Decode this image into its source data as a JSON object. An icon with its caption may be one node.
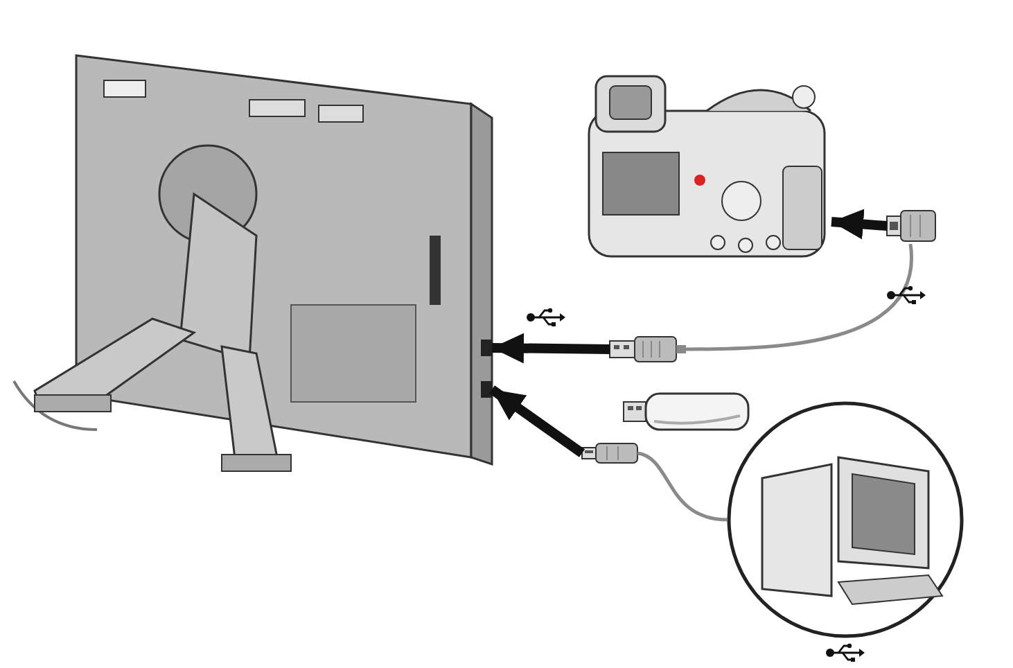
{
  "diagram": {
    "nodes": [
      {
        "text": [],
        "shape": "picture"
      },
      {
        "text": [],
        "shape": "picture"
      },
      {
        "text": [],
        "shape": "picture"
      },
      {
        "text": [],
        "shape": "picture"
      },
      {
        "text": [],
        "shape": "picture"
      },
      {
        "text": [],
        "shape": "picture"
      },
      {
        "text": [],
        "shape": "picture"
      }
    ],
    "edges": [
      {
        "from": 3,
        "to": 0,
        "arrow": "to"
      },
      {
        "from": 5,
        "to": 0,
        "arrow": "to"
      },
      {
        "from": 6,
        "to": 1,
        "arrow": "to"
      },
      {
        "from": 6,
        "to": 3,
        "arrow": "none",
        "color": "#8a8a8a"
      },
      {
        "from": 5,
        "to": 2,
        "arrow": "none",
        "color": "#8a8a8a"
      }
    ]
  }
}
